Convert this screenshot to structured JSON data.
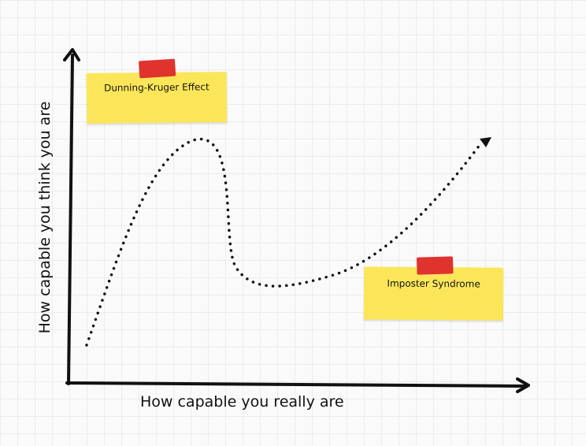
{
  "axes": {
    "x_label": "How capable you really are",
    "y_label": "How capable you think you are"
  },
  "notes": {
    "dunning_kruger": "Dunning-Kruger Effect",
    "imposter": "Imposter Syndrome"
  },
  "colors": {
    "background": "#fafafa",
    "grid": "#ececec",
    "axis": "#111111",
    "curve": "#111111",
    "note": "#fbe65a",
    "tape": "#e0332d"
  }
}
